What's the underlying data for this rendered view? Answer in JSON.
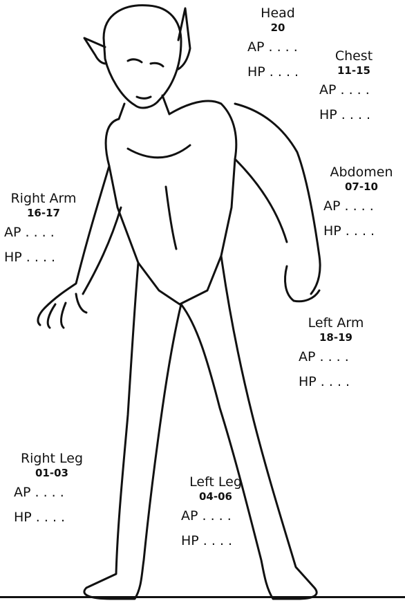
{
  "zones": {
    "head": {
      "name": "Head",
      "range": "20",
      "ap": "AP . . . .",
      "hp": "HP . . . ."
    },
    "chest": {
      "name": "Chest",
      "range": "11-15",
      "ap": "AP . . . .",
      "hp": "HP . . . ."
    },
    "abdomen": {
      "name": "Abdomen",
      "range": "07-10",
      "ap": "AP . . . .",
      "hp": "HP . . . ."
    },
    "right_arm": {
      "name": "Right Arm",
      "range": "16-17",
      "ap": "AP . . . .",
      "hp": "HP . . . ."
    },
    "left_arm": {
      "name": "Left Arm",
      "range": "18-19",
      "ap": "AP . . . .",
      "hp": "HP . . . ."
    },
    "right_leg": {
      "name": "Right Leg",
      "range": "01-03",
      "ap": "AP . . . .",
      "hp": "HP . . . ."
    },
    "left_leg": {
      "name": "Left Leg",
      "range": "04-06",
      "ap": "AP . . . .",
      "hp": "HP . . . ."
    }
  }
}
